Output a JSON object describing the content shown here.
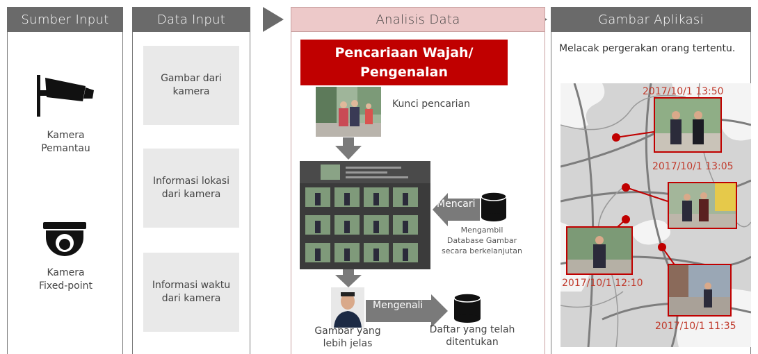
{
  "columns": {
    "source": {
      "title": "Sumber Input"
    },
    "data": {
      "title": "Data Input"
    },
    "analysis": {
      "title": "Analisis Data"
    },
    "app": {
      "title": "Gambar Aplikasi"
    }
  },
  "sources": [
    {
      "label_line1": "Kamera",
      "label_line2": "Pemantau",
      "icon": "surveillance-camera-icon"
    },
    {
      "label_line1": "Kamera",
      "label_line2": "Fixed-point",
      "icon": "dome-camera-icon"
    }
  ],
  "data_inputs": [
    {
      "line1": "Gambar dari",
      "line2": "kamera"
    },
    {
      "line1": "Informasi lokasi",
      "line2": "dari kamera"
    },
    {
      "line1": "Informasi waktu",
      "line2": "dari kamera"
    }
  ],
  "analysis": {
    "banner_line1": "Pencariaan Wajah/",
    "banner_line2": "Pengenalan",
    "search_key": "Kunci pencarian",
    "search_label": "Mencari",
    "db_caption_line1": "Mengambil",
    "db_caption_line2": "Database Gambar",
    "db_caption_line3": "secara berkelanjutan",
    "recognize_label": "Mengenali",
    "clear_image_line1": "Gambar yang",
    "clear_image_line2": "lebih jelas",
    "list_line1": "Daftar yang telah",
    "list_line2": "ditentukan"
  },
  "app": {
    "description": "Melacak pergerakan orang tertentu.",
    "timestamps": [
      "2017/10/1 13:50",
      "2017/10/1 13:05",
      "2017/10/1 12:10",
      "2017/10/1 11:35"
    ]
  },
  "colors": {
    "header": "#6a6a6a",
    "accent_red": "#c00000",
    "analysis_header": "#edc9c9"
  }
}
